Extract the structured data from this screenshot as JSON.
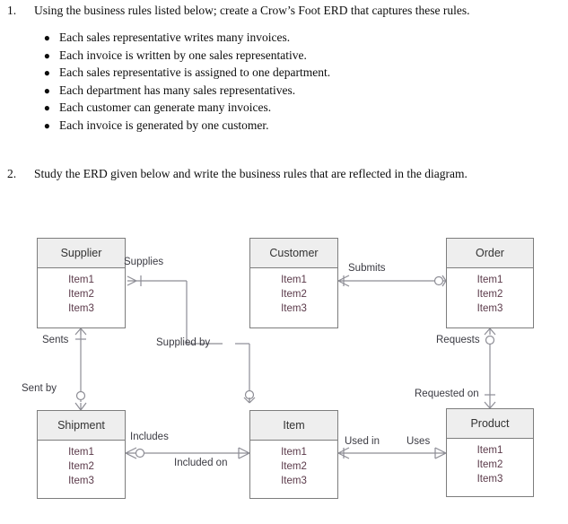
{
  "questions": [
    {
      "number": "1.",
      "text": "Using the business rules listed below; create a Crow’s Foot ERD that captures these rules.",
      "bullets": [
        "Each sales representative writes many invoices.",
        "Each invoice is written by one sales representative.",
        "Each sales representative is assigned to one department.",
        "Each department has many sales representatives.",
        "Each customer can generate many invoices.",
        "Each invoice is generated by one customer."
      ],
      "bullet_marker": "●"
    },
    {
      "number": "2.",
      "text": "Study the ERD given below and write the business rules that are reflected in the diagram.",
      "bullets": [],
      "bullet_marker": "●"
    }
  ],
  "erd": {
    "attribute_labels": [
      "Item1",
      "Item2",
      "Item3"
    ],
    "entities": [
      {
        "id": "supplier",
        "title": "Supplier"
      },
      {
        "id": "customer",
        "title": "Customer"
      },
      {
        "id": "order",
        "title": "Order"
      },
      {
        "id": "shipment",
        "title": "Shipment"
      },
      {
        "id": "item",
        "title": "Item"
      },
      {
        "id": "product",
        "title": "Product"
      }
    ],
    "relationships": [
      {
        "id": "supplies",
        "label": "Supplies"
      },
      {
        "id": "supplied-by",
        "label": "Supplied by"
      },
      {
        "id": "sents",
        "label": "Sents"
      },
      {
        "id": "sent-by",
        "label": "Sent by"
      },
      {
        "id": "submits",
        "label": "Submits"
      },
      {
        "id": "requests",
        "label": "Requests"
      },
      {
        "id": "requested-on",
        "label": "Requested on"
      },
      {
        "id": "includes",
        "label": "Includes"
      },
      {
        "id": "included-on",
        "label": "Included on"
      },
      {
        "id": "used-in",
        "label": "Used in"
      },
      {
        "id": "uses",
        "label": "Uses"
      }
    ],
    "colors": {
      "entity_header_fill": "#eeeeee",
      "entity_border": "#7d7d7d",
      "attribute_text": "#5b3a4a",
      "connector": "#8d8d95",
      "label_text": "#3a3a42"
    }
  }
}
